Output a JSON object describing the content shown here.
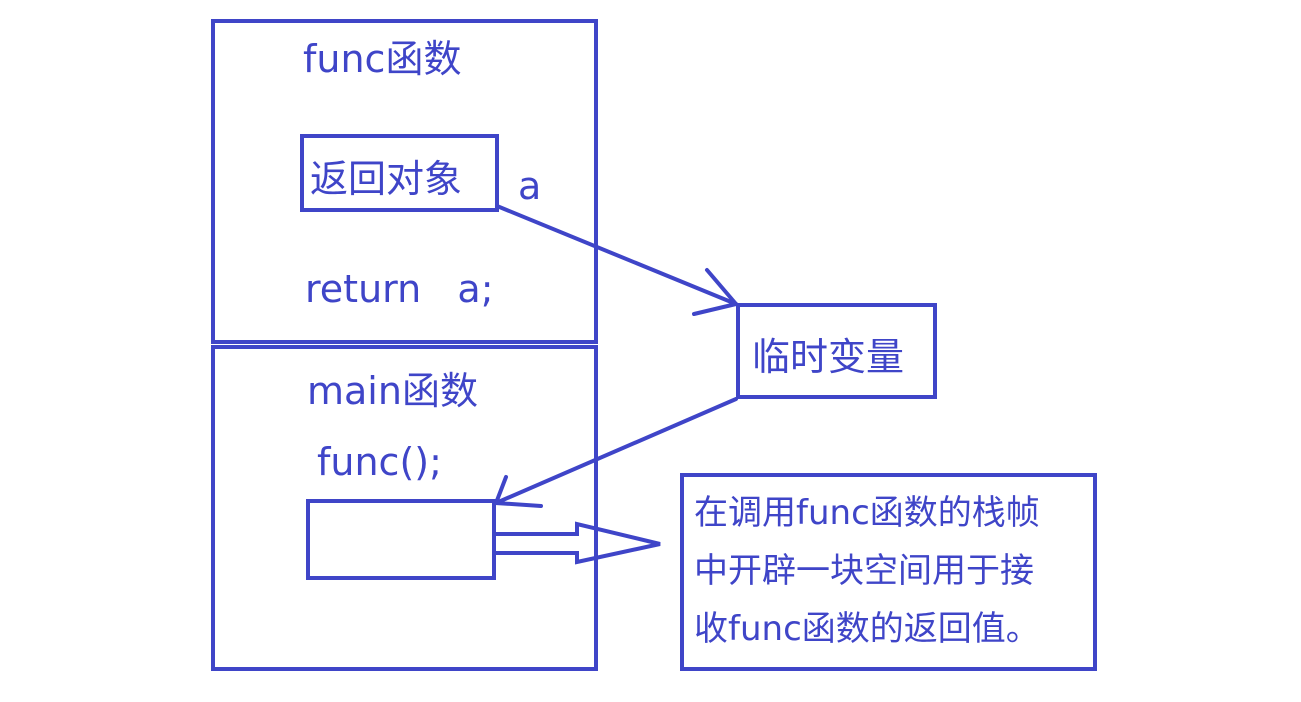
{
  "colors": {
    "stroke": "#3f45c8",
    "background": "#ffffff"
  },
  "func_frame": {
    "title": "func函数",
    "return_object": "返回对象",
    "var_a": "a",
    "return_stmt": "return   a;"
  },
  "temp_var": {
    "label": "临时变量"
  },
  "main_frame": {
    "title": "main函数",
    "call_stmt": "func();"
  },
  "note": {
    "lines": [
      "在调用func函数的栈帧",
      "中开辟一块空间用于接",
      "收func函数的返回值。"
    ]
  }
}
